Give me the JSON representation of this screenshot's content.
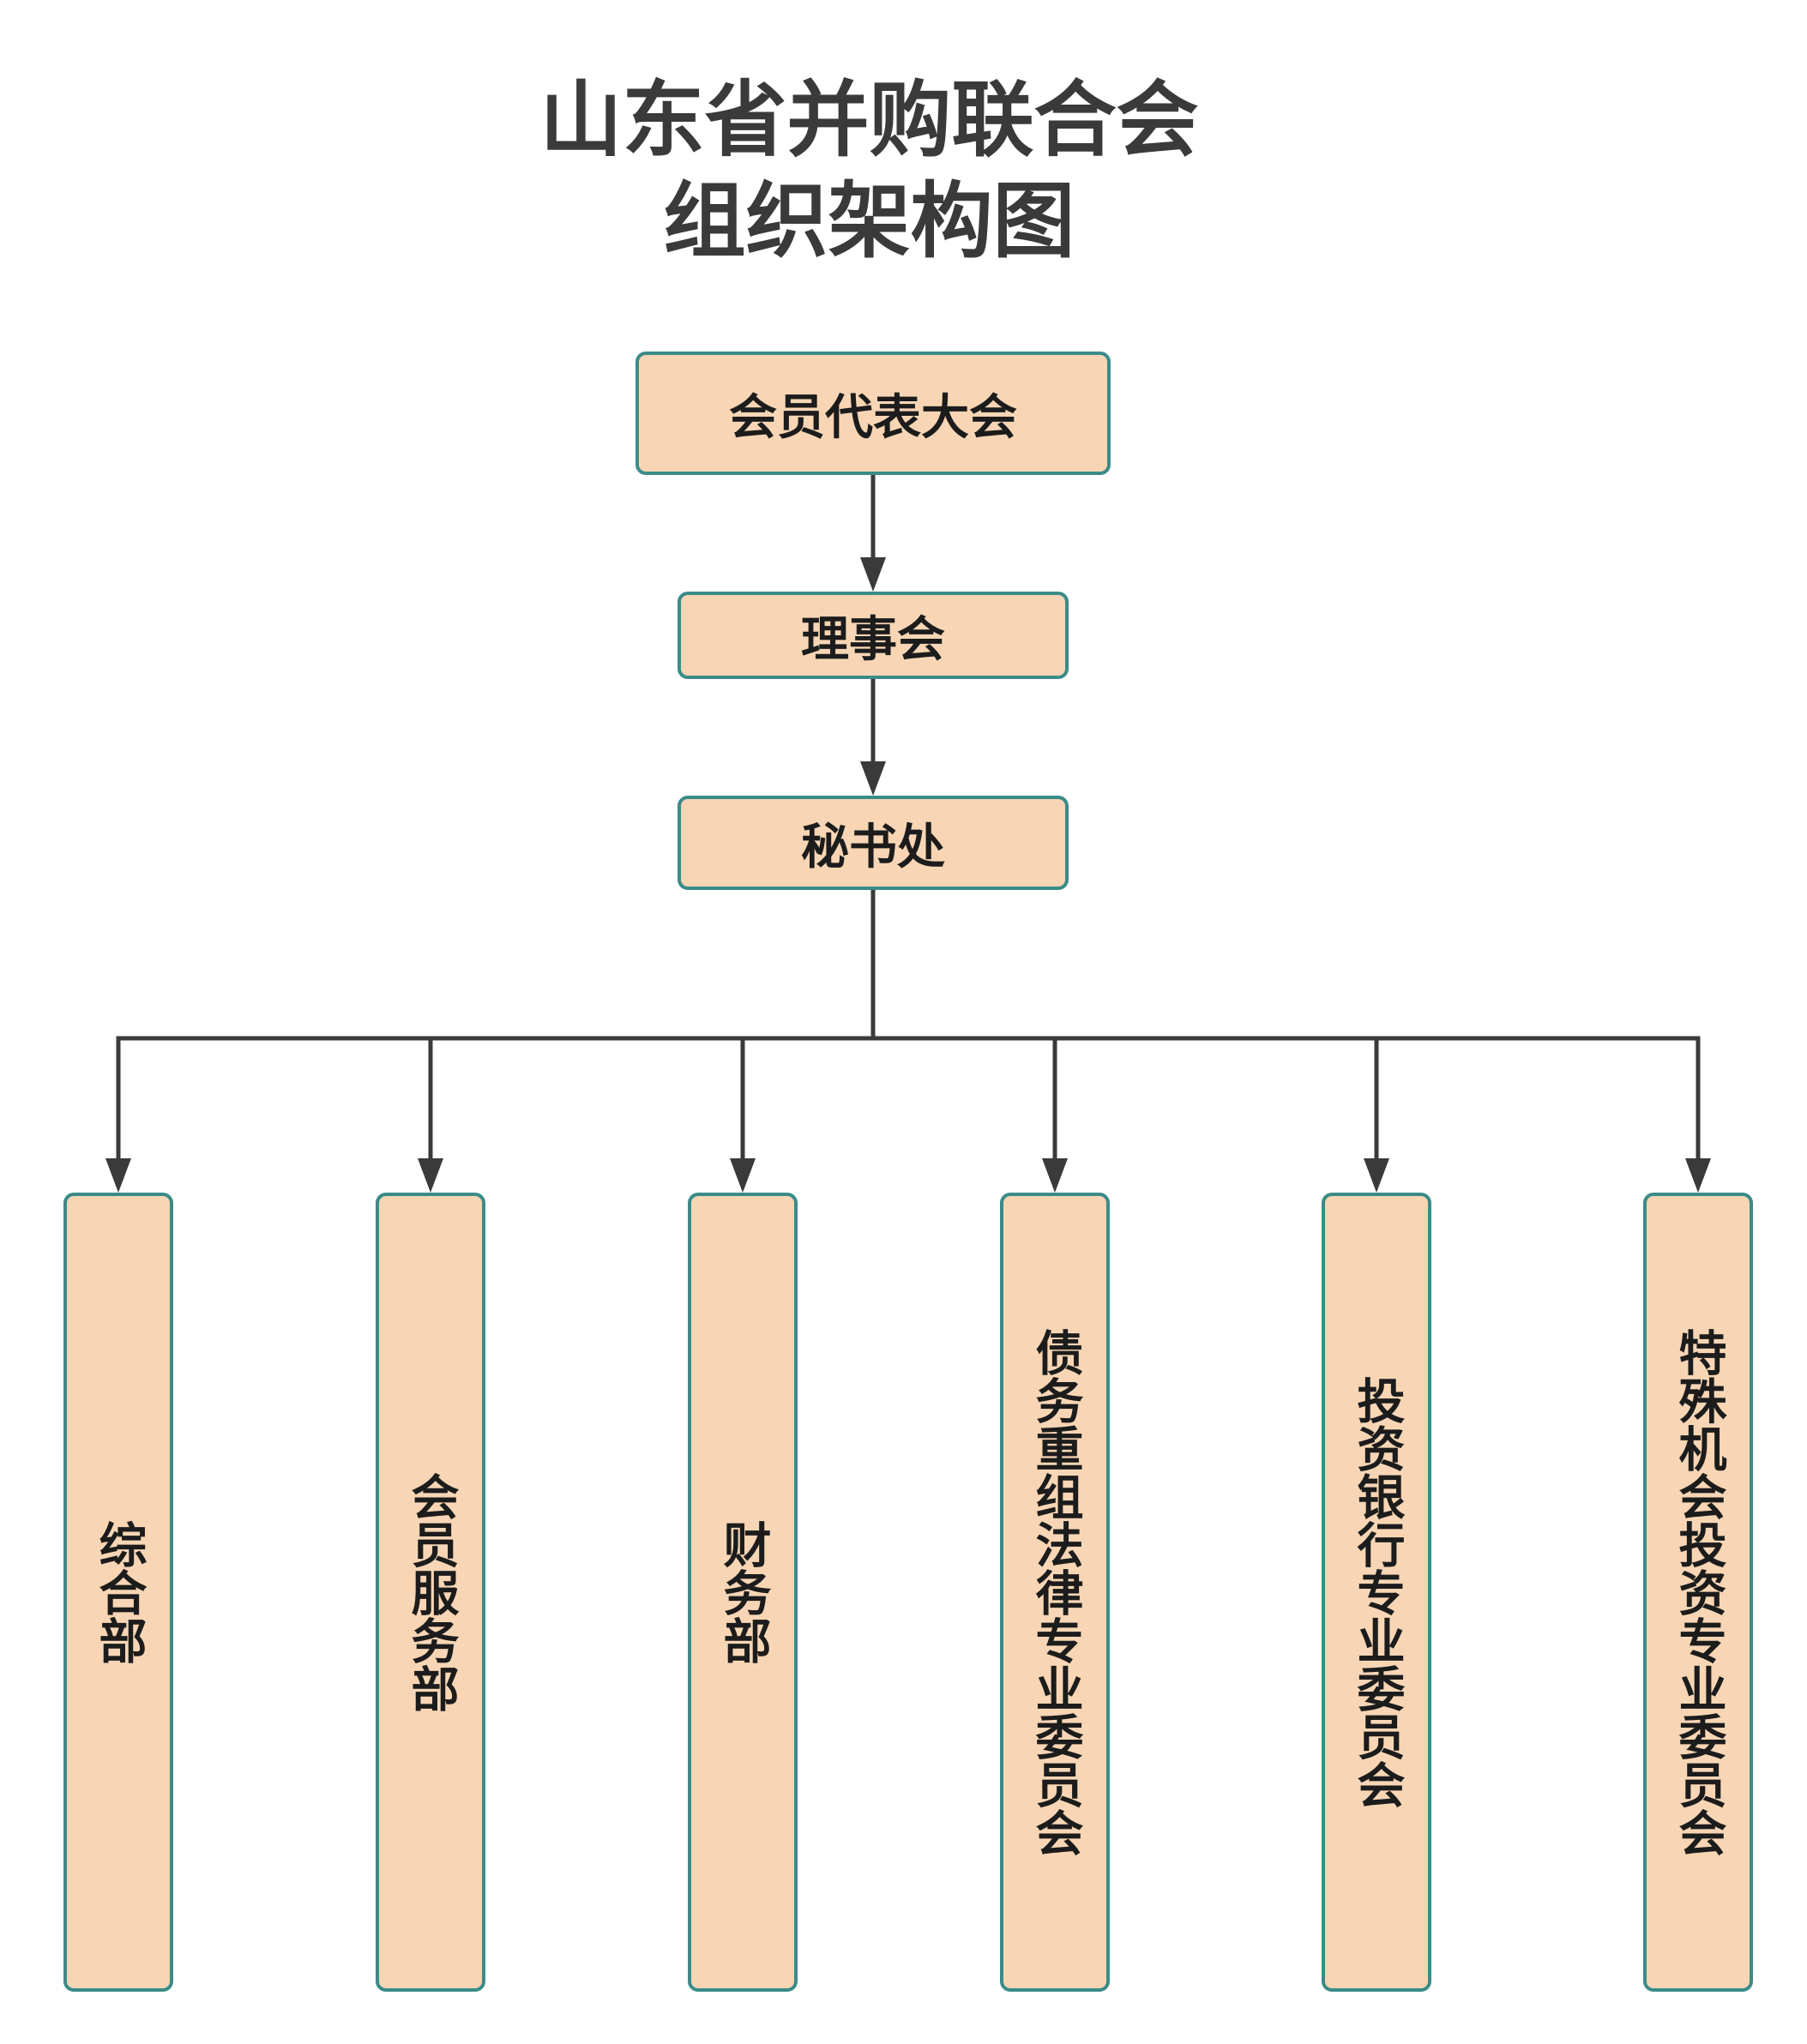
{
  "title": {
    "line1": "山东省并购联合会",
    "line2": "组织架构图"
  },
  "colors": {
    "node_fill": "#f8d6b5",
    "node_border": "#3b8c88",
    "connector": "#3a3a3a",
    "title_text": "#3a3a3a"
  },
  "chain": [
    {
      "id": "assembly",
      "label": "会员代表大会"
    },
    {
      "id": "council",
      "label": "理事会"
    },
    {
      "id": "secretariat",
      "label": "秘书处"
    }
  ],
  "departments": [
    {
      "id": "general",
      "label": "综合部"
    },
    {
      "id": "member-services",
      "label": "会员服务部"
    },
    {
      "id": "finance",
      "label": "财务部"
    },
    {
      "id": "debt-restructuring",
      "label": "债务重组法律专业委员会"
    },
    {
      "id": "investment-banking",
      "label": "投资银行专业委员会"
    },
    {
      "id": "special-opportunities",
      "label": "特殊机会投资专业委员会"
    }
  ]
}
